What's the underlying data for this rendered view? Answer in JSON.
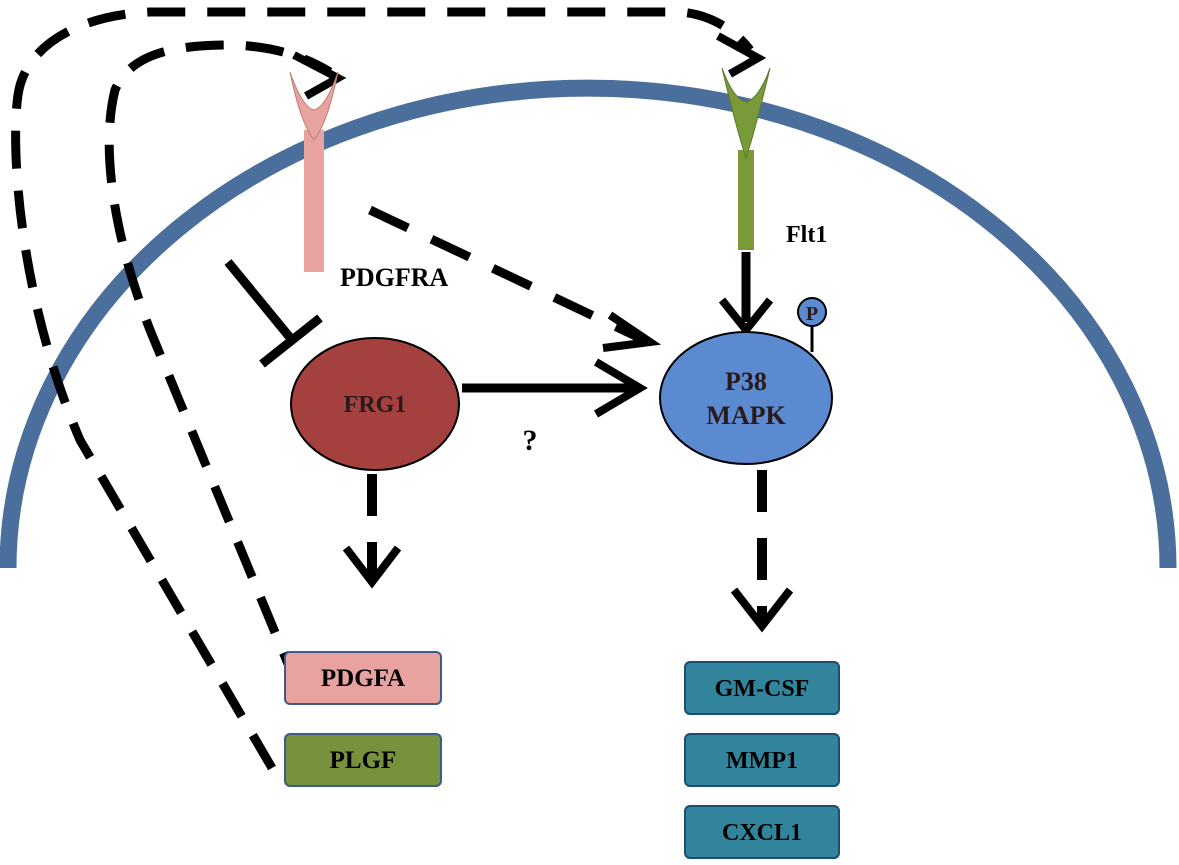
{
  "receptors": {
    "pdgfra": {
      "label": "PDGFRA",
      "color": "#e8a3a0"
    },
    "flt1": {
      "label": "Flt1",
      "color": "#7a9a3a"
    }
  },
  "nodes": {
    "frg1": {
      "label": "FRG1",
      "color": "#a4413f"
    },
    "p38": {
      "line1": "P38",
      "line2": "MAPK",
      "color": "#5b8ad0"
    },
    "phospho": {
      "label": "P",
      "color": "#5b8ad0"
    }
  },
  "edges": {
    "unknown_link": {
      "label": "?"
    }
  },
  "outputs": {
    "frg1_targets": [
      {
        "label": "PDGFA",
        "color": "#e8a3a0"
      },
      {
        "label": "PLGF",
        "color": "#77923c"
      }
    ],
    "p38_targets": [
      {
        "label": "GM-CSF",
        "color": "#31849b"
      },
      {
        "label": "MMP1",
        "color": "#31849b"
      },
      {
        "label": "CXCL1",
        "color": "#31849b"
      }
    ]
  },
  "colors": {
    "cell_membrane": "#4a6f9c",
    "arrow": "#000000"
  }
}
